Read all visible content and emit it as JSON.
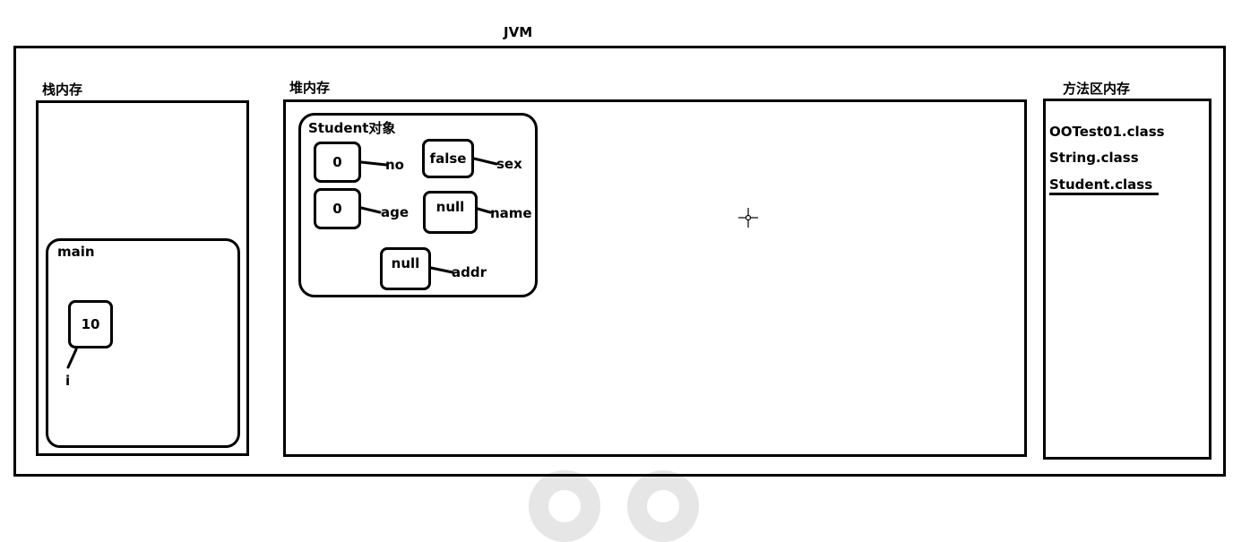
{
  "jvm_title": "JVM",
  "stack": {
    "title": "栈内存",
    "frame": {
      "name": "main",
      "variable": {
        "value": "10",
        "name": "i"
      }
    }
  },
  "heap": {
    "title": "堆内存",
    "object": {
      "title": "Student对象",
      "fields": {
        "no": {
          "value": "0",
          "name": "no"
        },
        "sex": {
          "value": "false",
          "name": "sex"
        },
        "age": {
          "value": "0",
          "name": "age"
        },
        "name": {
          "value": "null",
          "name": "name"
        },
        "addr": {
          "value": "null",
          "name": "addr"
        }
      }
    }
  },
  "method_area": {
    "title": "方法区内存",
    "classes": [
      "OOTest01.class",
      "String.class",
      "Student.class"
    ]
  },
  "cursor_icon": "crosshair-icon"
}
